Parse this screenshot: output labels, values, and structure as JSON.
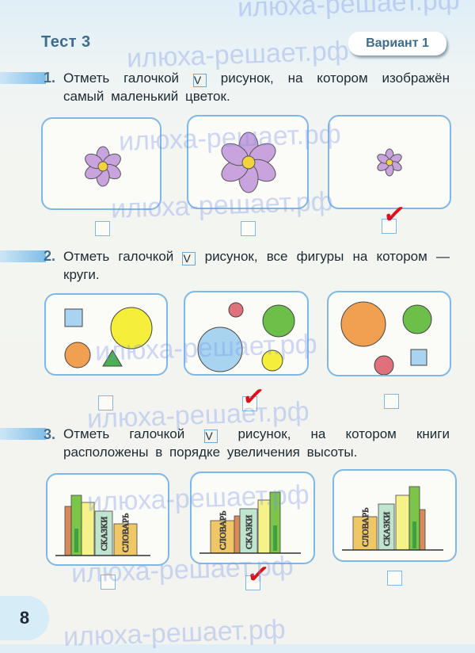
{
  "header": {
    "title": "Тест 3",
    "variant": "Вариант 1"
  },
  "watermark": "илюха-решает.рф",
  "check_symbol": "V",
  "questions": [
    {
      "number": "1.",
      "text_before": "Отметь галочкой",
      "text_after": "рисунок, на котором изображён самый маленький цветок.",
      "checked_option": 3
    },
    {
      "number": "2.",
      "text_before": "Отметь галочкой",
      "text_after": "рисунок, все фигуры на котором — круги.",
      "checked_option": 2
    },
    {
      "number": "3.",
      "text_before": "Отметь галочкой",
      "text_after": "рисунок, на котором книги расположены в порядке увеличения высоты.",
      "checked_option": 2
    }
  ],
  "books": {
    "fairy_tales": "СКАЗКИ",
    "dictionary": "СЛОВАРЬ"
  },
  "check_mark": "✓",
  "page_number": "8",
  "colors": {
    "accent": "#3e6c8c",
    "frame": "#7fb8e6",
    "petal": "#c9a3dd",
    "mark": "#e0101a"
  }
}
